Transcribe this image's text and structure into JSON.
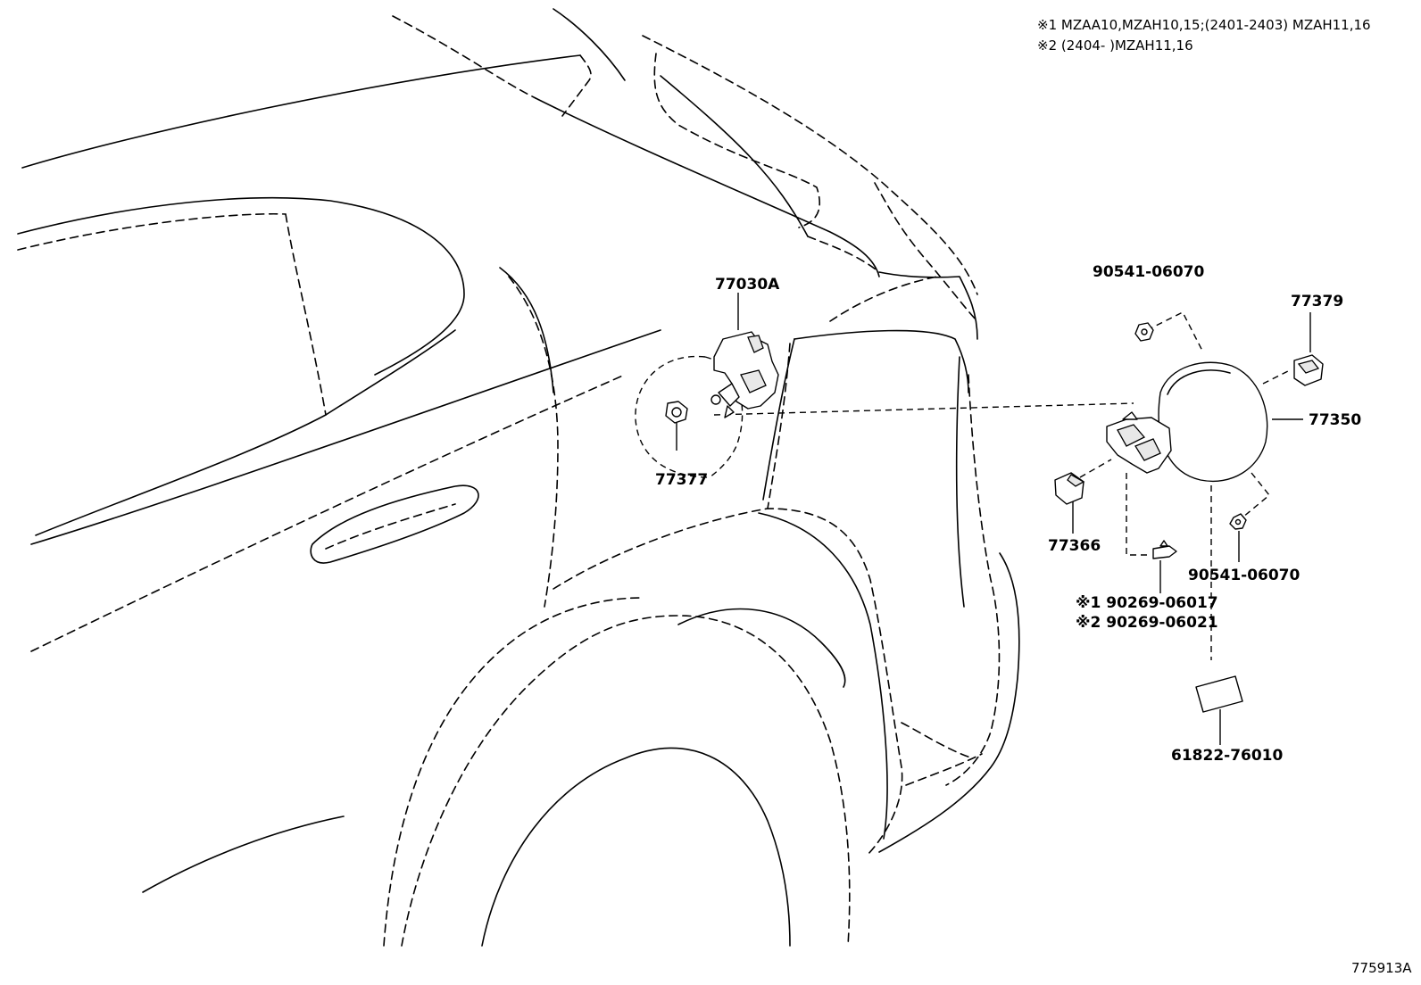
{
  "notes": {
    "line1": "※1 MZAA10,MZAH10,15;(2401-2403) MZAH11,16",
    "line2": "※2 (2404-    )MZAH11,16"
  },
  "labels": {
    "p77030A": "77030A",
    "p77377": "77377",
    "p90541_top": "90541-06070",
    "p77379": "77379",
    "p77350": "77350",
    "p77366": "77366",
    "p90541_bottom": "90541-06070",
    "p90269_1": "※1 90269-06017",
    "p90269_2": "※2 90269-06021",
    "p61822": "61822-76010"
  },
  "diagram_id": "775913A"
}
